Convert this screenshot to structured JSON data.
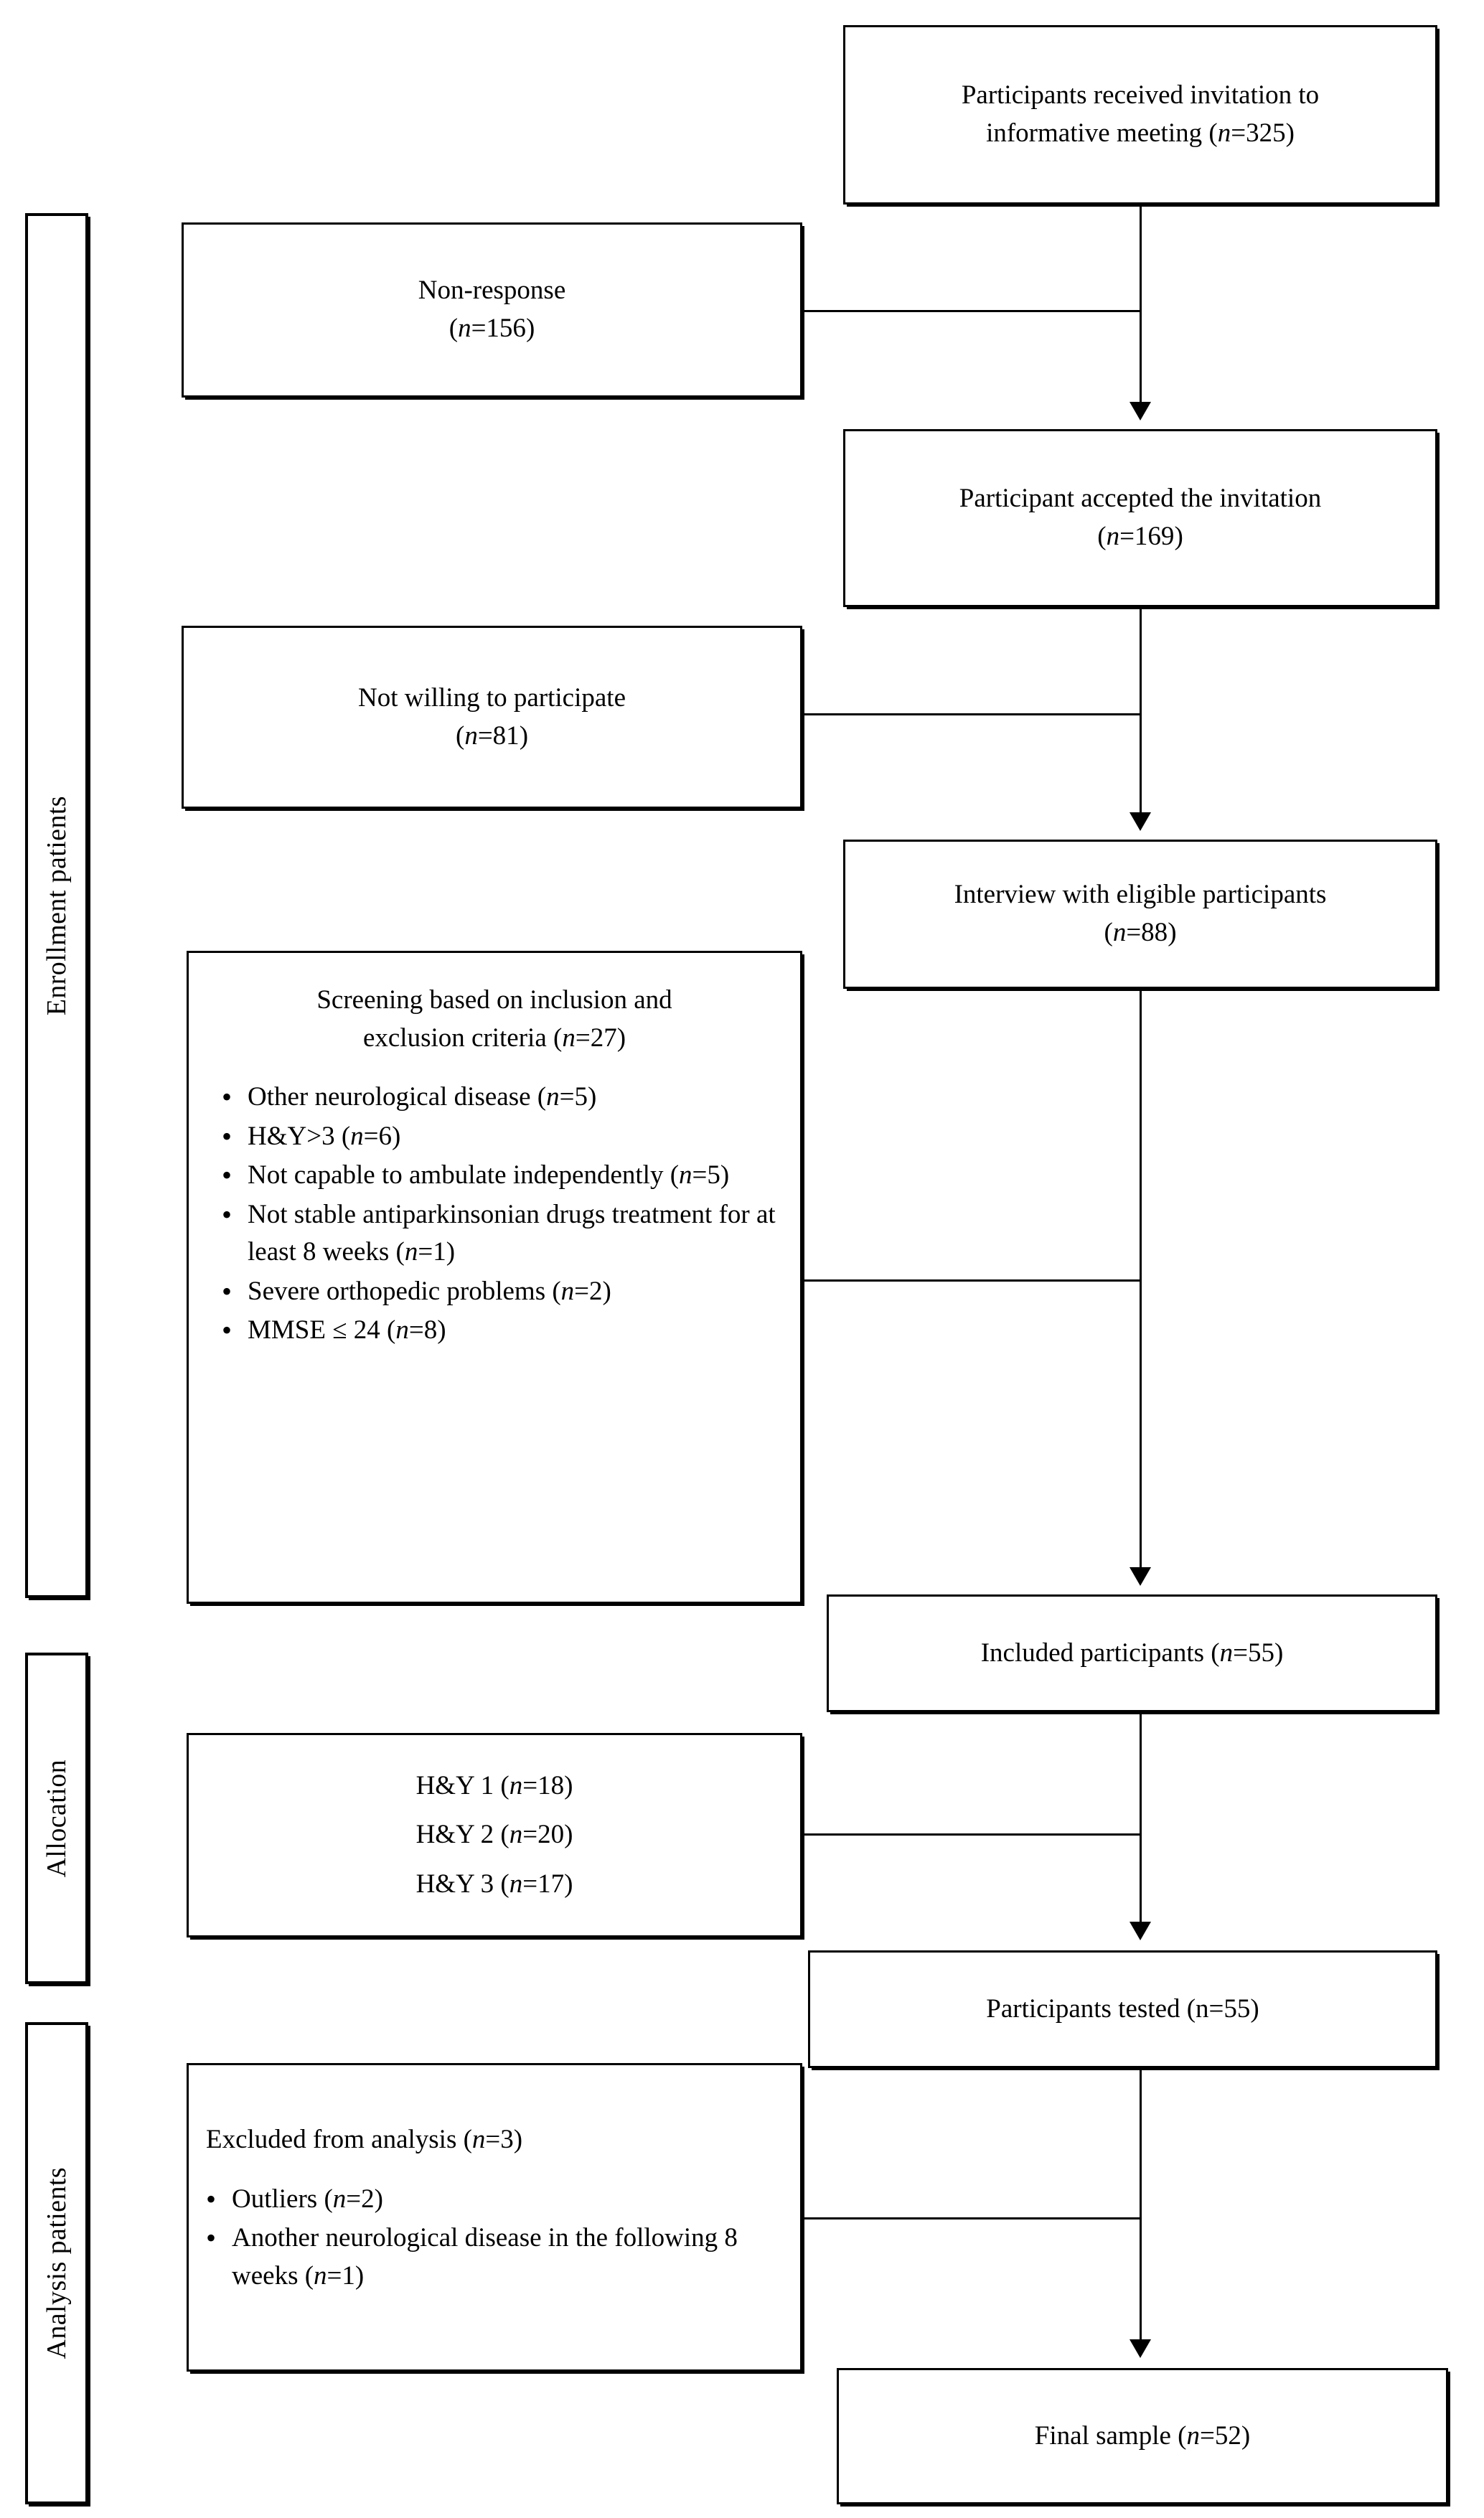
{
  "title": "CONSORT-style participant flow diagram",
  "stages": [
    {
      "id": "enrollment",
      "label": "Enrollment patients"
    },
    {
      "id": "allocation",
      "label": "Allocation"
    },
    {
      "id": "analysis",
      "label": "Analysis patients"
    }
  ],
  "main_nodes": [
    {
      "id": "invited",
      "line1": "Participants received invitation to",
      "line2": "informative meeting (",
      "n_italic": "n",
      "n_value": "=325",
      "close": ")"
    },
    {
      "id": "accepted",
      "line1": "Participant accepted the invitation",
      "line2": "(",
      "n_italic": "n",
      "n_value": "=169",
      "close": ")"
    },
    {
      "id": "interview",
      "line1": "Interview with eligible participants",
      "line2": "(",
      "n_italic": "n",
      "n_value": "=88",
      "close": ")"
    },
    {
      "id": "included",
      "line1": "Included participants (",
      "n_italic": "n",
      "n_value": "=55",
      "close": ")"
    },
    {
      "id": "tested",
      "line1": "Participants tested (n=55)"
    },
    {
      "id": "final",
      "line1": "Final sample (",
      "n_italic": "n",
      "n_value": "=52",
      "close": ")"
    }
  ],
  "side_nodes": {
    "non_response": {
      "line1": "Non-response",
      "line2_open": "(",
      "n_italic": "n",
      "n_value": "=156",
      "line2_close": ")"
    },
    "not_willing": {
      "line1": "Not willing to participate",
      "line2_open": "(",
      "n_italic": "n",
      "n_value": "=81",
      "line2_close": ")"
    },
    "screening": {
      "header_line1": "Screening based on inclusion and",
      "header_line2_pre": "exclusion criteria (",
      "header_n_italic": "n",
      "header_n_value": "=27",
      "header_line2_post": ")",
      "bullets": [
        {
          "text_pre": "Other neurological disease (",
          "n_italic": "n",
          "n_value": "=5",
          "text_post": ")"
        },
        {
          "text_pre": "H&Y>3 (",
          "n_italic": "n",
          "n_value": "=6",
          "text_post": ")"
        },
        {
          "text_pre": "Not capable to ambulate independently (",
          "n_italic": "n",
          "n_value": "=5",
          "text_post": ")"
        },
        {
          "text_pre": "Not stable antiparkinsonian drugs treatment for at least 8 weeks (",
          "n_italic": "n",
          "n_value": "=1",
          "text_post": ")"
        },
        {
          "text_pre": "Severe orthopedic problems (",
          "n_italic": "n",
          "n_value": "=2",
          "text_post": ")"
        },
        {
          "text_pre": "MMSE ≤ 24 (",
          "n_italic": "n",
          "n_value": "=8",
          "text_post": ")"
        }
      ]
    },
    "hy_groups": {
      "rows": [
        {
          "text_pre": "H&Y 1 (",
          "n_italic": "n",
          "n_value": "=18",
          "text_post": ")"
        },
        {
          "text_pre": "H&Y 2 (",
          "n_italic": "n",
          "n_value": "=20",
          "text_post": ")"
        },
        {
          "text_pre": "H&Y 3 (",
          "n_italic": "n",
          "n_value": "=17",
          "text_post": ")"
        }
      ]
    },
    "excluded": {
      "header_pre": "Excluded from analysis (",
      "header_n_italic": "n",
      "header_n_value": "=3",
      "header_post": ")",
      "bullets": [
        {
          "text_pre": "Outliers (",
          "n_italic": "n",
          "n_value": "=2",
          "text_post": ")"
        },
        {
          "text_pre": "Another neurological disease in the following 8 weeks (",
          "n_italic": "n",
          "n_value": "=1",
          "text_post": ")"
        }
      ]
    }
  },
  "colors": {
    "line": "#000000",
    "background": "#ffffff",
    "box_border": "#000000"
  }
}
